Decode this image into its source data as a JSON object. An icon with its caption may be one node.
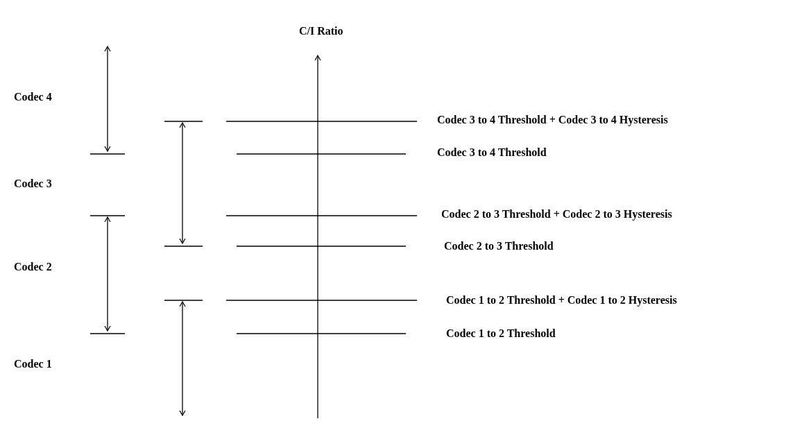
{
  "diagram": {
    "labels": [
      "C/I Ratio",
      "Codec 4",
      "Codec 3 to 4 Threshold + Codec 3 to 4 Hysteresis",
      "Codec 3 to 4 Threshold",
      "Codec 3",
      "Codec 2 to 3 Threshold + Codec 2 to 3 Hysteresis",
      "Codec 2 to 3 Threshold",
      "Codec 2",
      "Codec 1 to 2 Threshold + Codec 1 to 2 Hysteresis",
      "Codec 1 to 2 Threshold",
      "Codec 1"
    ]
  }
}
